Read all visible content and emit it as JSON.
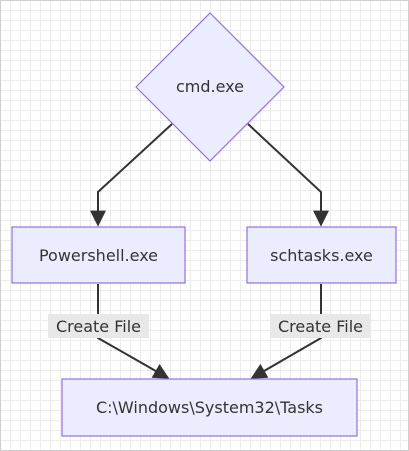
{
  "diagram": {
    "nodes": {
      "cmd": "cmd.exe",
      "powershell": "Powershell.exe",
      "schtasks": "schtasks.exe",
      "tasks_dir": "C:\\Windows\\System32\\Tasks"
    },
    "edges": {
      "powershell_to_tasks": "Create File",
      "schtasks_to_tasks": "Create File"
    },
    "colors": {
      "node_fill": "#ececff",
      "node_stroke": "#9370db",
      "edge": "#333333",
      "label_bg": "#e8e8e8"
    }
  }
}
